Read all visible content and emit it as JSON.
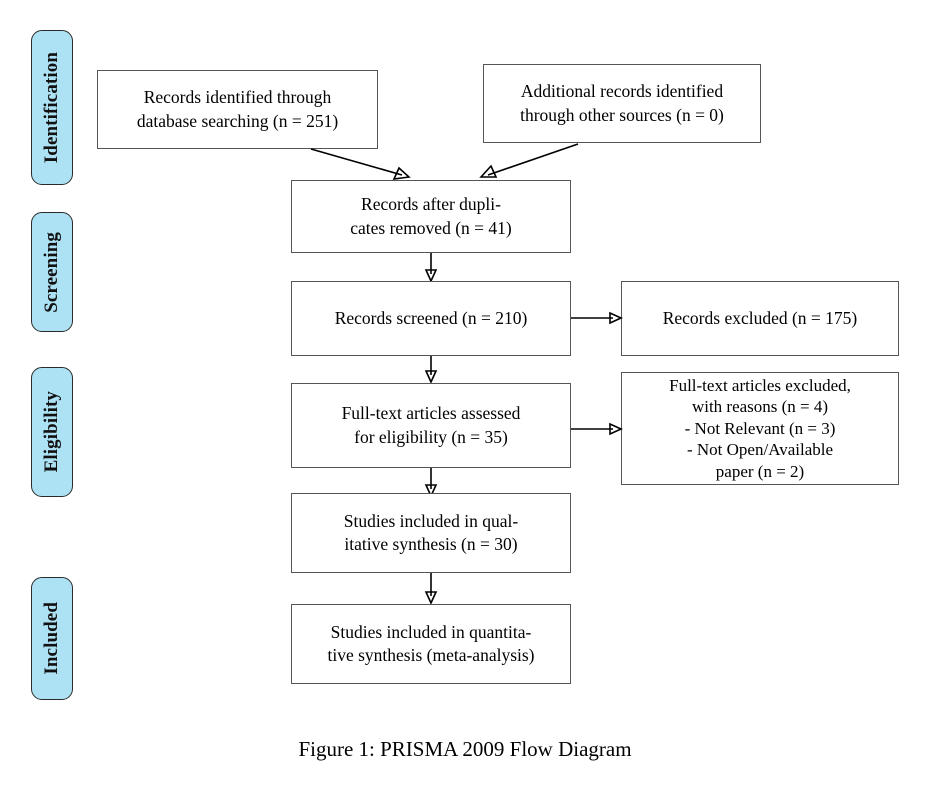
{
  "figure": {
    "caption": "Figure 1: PRISMA 2009 Flow Diagram",
    "accent_color": "#ade2f5",
    "box_border_color": "#555555",
    "phase_border_color": "#2b2b2b"
  },
  "phases": [
    {
      "id": "identification",
      "label": "Identification"
    },
    {
      "id": "screening",
      "label": "Screening"
    },
    {
      "id": "eligibility",
      "label": "Eligibility"
    },
    {
      "id": "included",
      "label": "Included"
    }
  ],
  "boxes": {
    "records_identified": {
      "text": "Records identified through\ndatabase searching (n = 251)",
      "count": 251
    },
    "additional_records": {
      "text": "Additional records identified\nthrough other sources (n = 0)",
      "count": 0
    },
    "duplicates_removed": {
      "text": "Records after dupli-\ncates removed (n = 41)",
      "count": 41
    },
    "records_screened": {
      "text": "Records screened (n = 210)",
      "count": 210
    },
    "records_excluded": {
      "text": "Records excluded (n = 175)",
      "count": 175
    },
    "fulltext_assessed": {
      "text": "Full-text articles assessed\nfor eligibility (n = 35)",
      "count": 35
    },
    "fulltext_excluded": {
      "text": "Full-text articles excluded,\nwith reasons (n = 4)\n- Not Relevant (n = 3)\n- Not Open/Available\npaper (n = 2)",
      "count": 4,
      "reasons": [
        {
          "label": "Not Relevant",
          "count": 3
        },
        {
          "label": "Not Open/Available paper",
          "count": 2
        }
      ]
    },
    "qualitative_synthesis": {
      "text": "Studies included in qual-\nitative synthesis (n = 30)",
      "count": 30
    },
    "quantitative_synthesis": {
      "text": "Studies included in quantita-\ntive synthesis (meta-analysis)",
      "count": null
    }
  },
  "chart_data": {
    "type": "diagram",
    "title": "Figure 1: PRISMA 2009 Flow Diagram",
    "nodes": [
      {
        "id": "records_identified",
        "stage": "Identification",
        "label": "Records identified through database searching",
        "n": 251
      },
      {
        "id": "additional_records",
        "stage": "Identification",
        "label": "Additional records identified through other sources",
        "n": 0
      },
      {
        "id": "duplicates_removed",
        "stage": "Screening",
        "label": "Records after duplicates removed",
        "n": 41
      },
      {
        "id": "records_screened",
        "stage": "Screening",
        "label": "Records screened",
        "n": 210
      },
      {
        "id": "records_excluded",
        "stage": "Screening",
        "label": "Records excluded",
        "n": 175
      },
      {
        "id": "fulltext_assessed",
        "stage": "Eligibility",
        "label": "Full-text articles assessed for eligibility",
        "n": 35
      },
      {
        "id": "fulltext_excluded",
        "stage": "Eligibility",
        "label": "Full-text articles excluded, with reasons",
        "n": 4
      },
      {
        "id": "qualitative_synthesis",
        "stage": "Included",
        "label": "Studies included in qualitative synthesis",
        "n": 30
      },
      {
        "id": "quantitative_synthesis",
        "stage": "Included",
        "label": "Studies included in quantitative synthesis (meta-analysis)",
        "n": null
      }
    ],
    "edges": [
      {
        "from": "records_identified",
        "to": "duplicates_removed"
      },
      {
        "from": "additional_records",
        "to": "duplicates_removed"
      },
      {
        "from": "duplicates_removed",
        "to": "records_screened"
      },
      {
        "from": "records_screened",
        "to": "records_excluded"
      },
      {
        "from": "records_screened",
        "to": "fulltext_assessed"
      },
      {
        "from": "fulltext_assessed",
        "to": "fulltext_excluded"
      },
      {
        "from": "fulltext_assessed",
        "to": "qualitative_synthesis"
      },
      {
        "from": "qualitative_synthesis",
        "to": "quantitative_synthesis"
      }
    ]
  }
}
